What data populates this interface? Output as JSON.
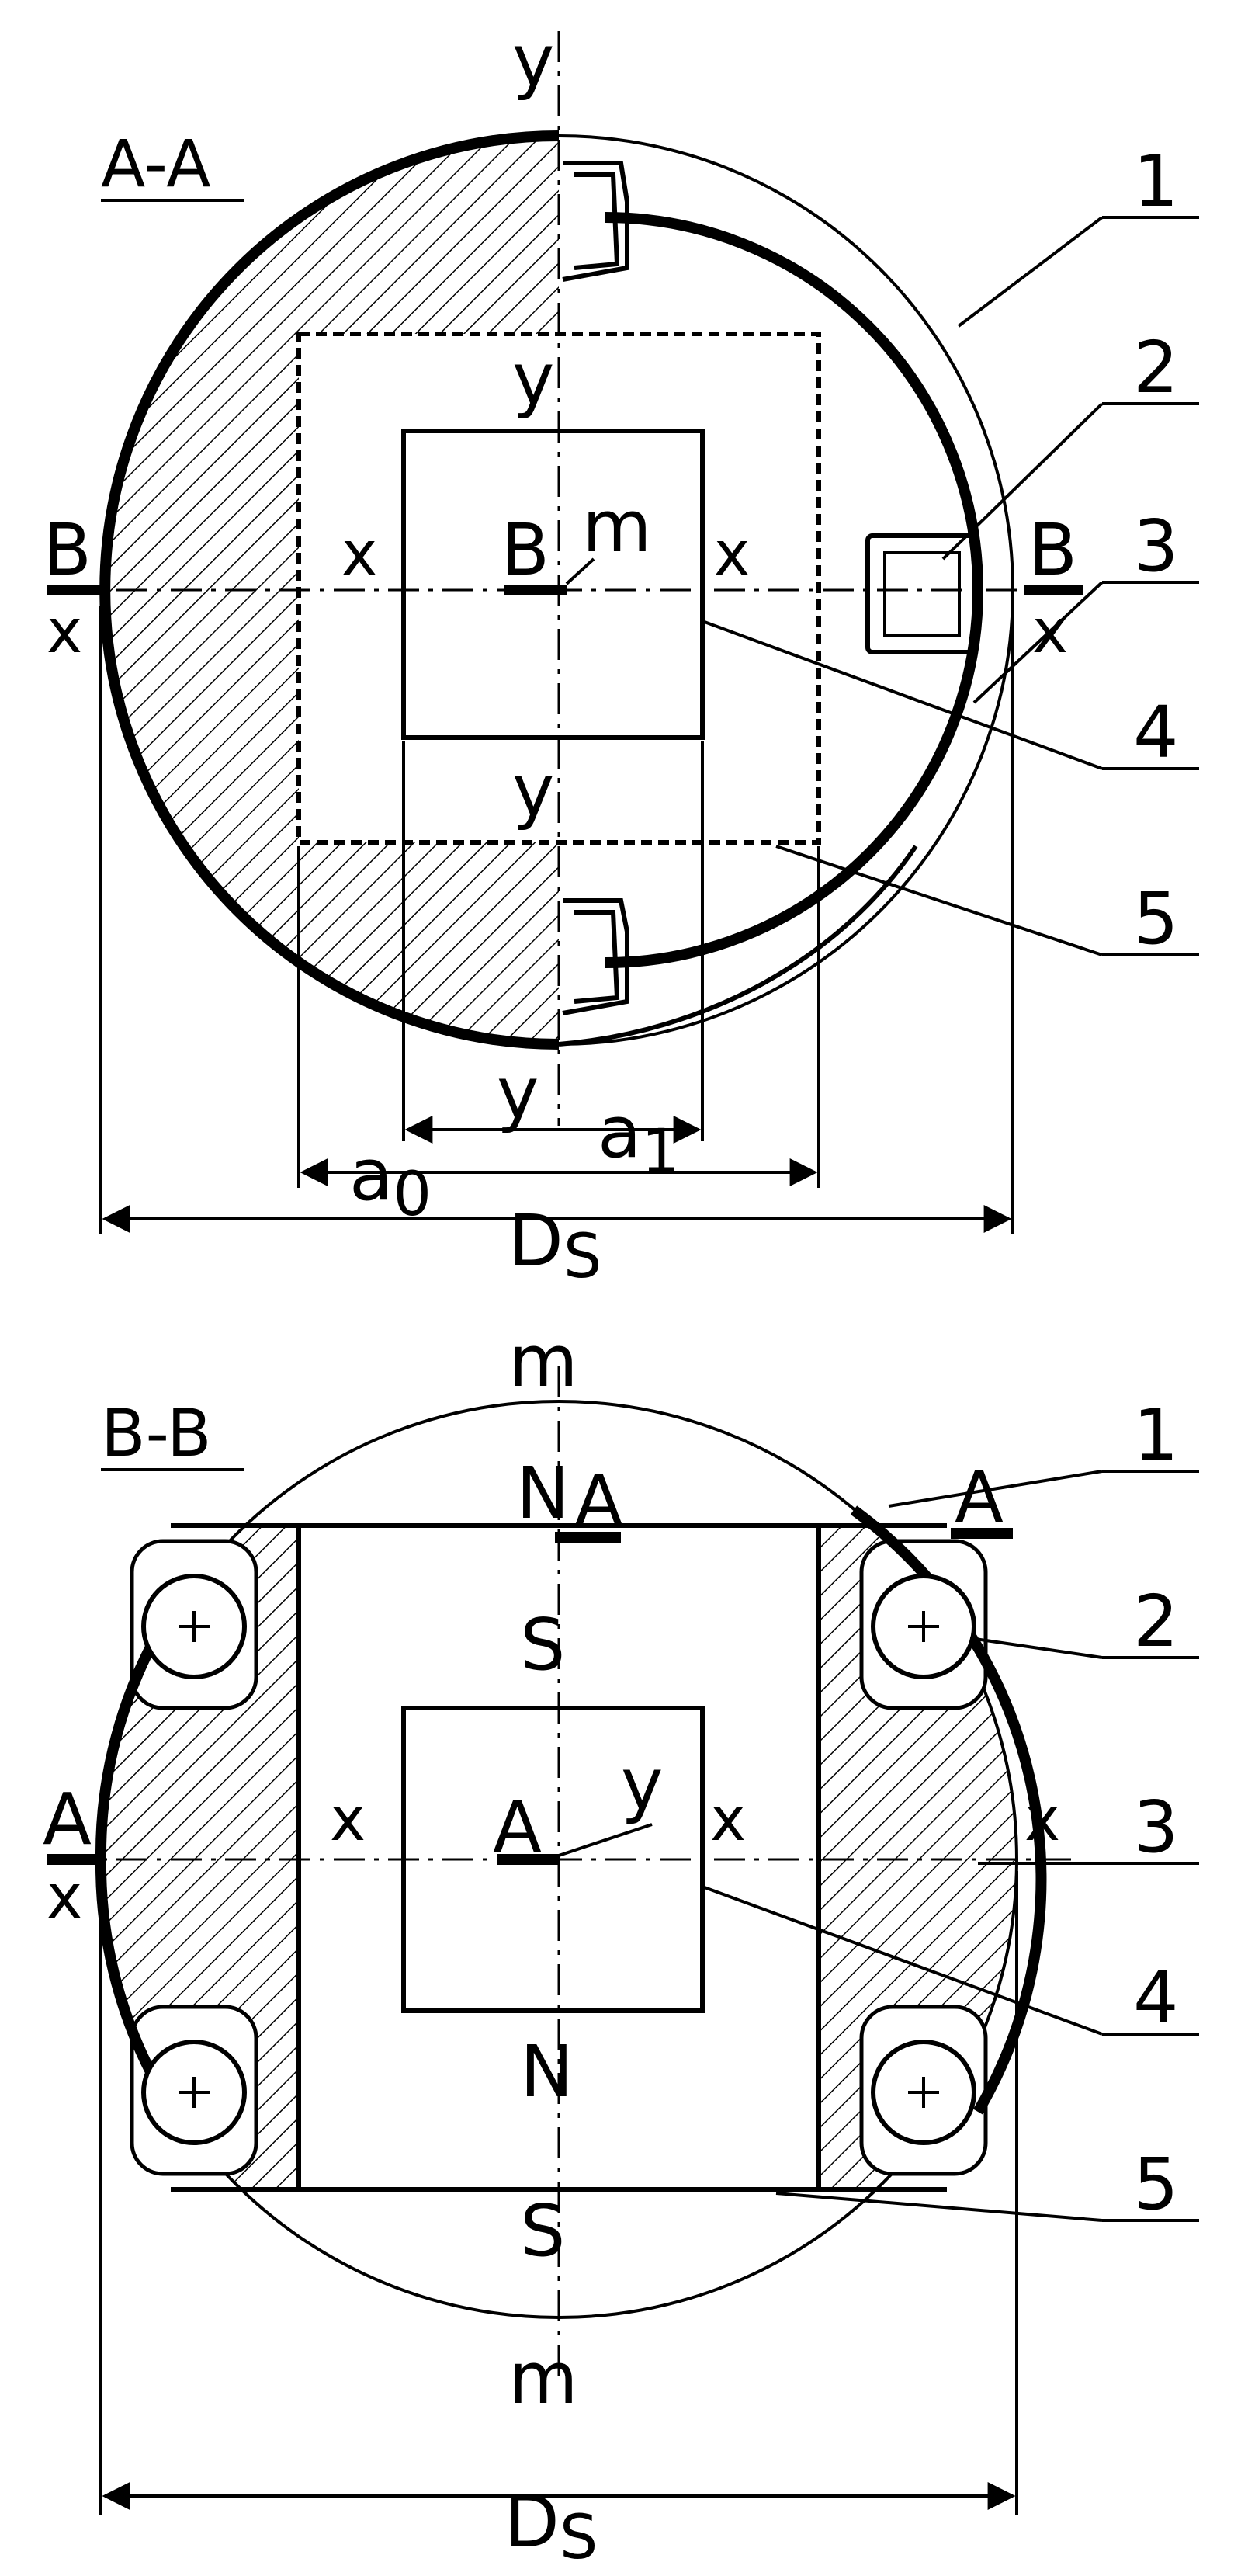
{
  "section_a": {
    "title": "A-A",
    "axis_top": "y",
    "axis_inner_top": "y",
    "axis_inner_bottom": "y",
    "axis_bottom": "y",
    "axis_left_x": "x",
    "axis_right_x": "x",
    "axis_edge_left": "x",
    "axis_edge_right": "x",
    "cut_left": "B",
    "cut_right": "B",
    "center_label": "B",
    "center_point": "m",
    "dim_a0": "a",
    "dim_a0_sub": "0",
    "dim_a1": "a",
    "dim_a1_sub": "1",
    "dim_ds": "D",
    "dim_ds_sub": "S",
    "callouts": [
      "1",
      "2",
      "3",
      "4",
      "5"
    ]
  },
  "section_b": {
    "title": "B-B",
    "axis_top": "m",
    "axis_bottom": "m",
    "pole_n_top": "N",
    "pole_s_top": "S",
    "pole_n_bottom": "N",
    "pole_s_bottom": "S",
    "cut_top_left": "A",
    "cut_top_right": "A",
    "cut_left": "A",
    "center_label": "A",
    "center_point": "y",
    "axis_left_x": "x",
    "axis_right_x": "x",
    "axis_edge_left": "x",
    "axis_edge_right": "x",
    "dim_ds": "D",
    "dim_ds_sub": "S",
    "callouts": [
      "1",
      "2",
      "3",
      "4",
      "5"
    ]
  }
}
